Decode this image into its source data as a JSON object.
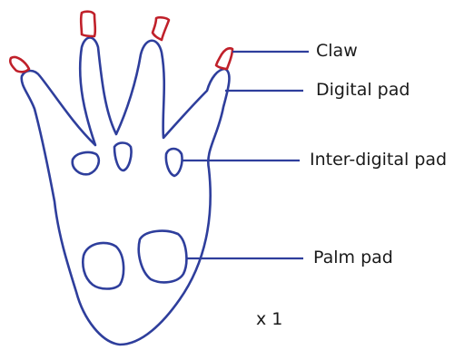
{
  "colors": {
    "outline": "#2e3e9c",
    "claw": "#c0202a",
    "text": "#1a1a1a",
    "background": "#ffffff"
  },
  "labels": {
    "claw": "Claw",
    "digital_pad": "Digital pad",
    "inter_digital_pad": "Inter-digital pad",
    "palm_pad": "Palm pad"
  },
  "scale": "x 1"
}
